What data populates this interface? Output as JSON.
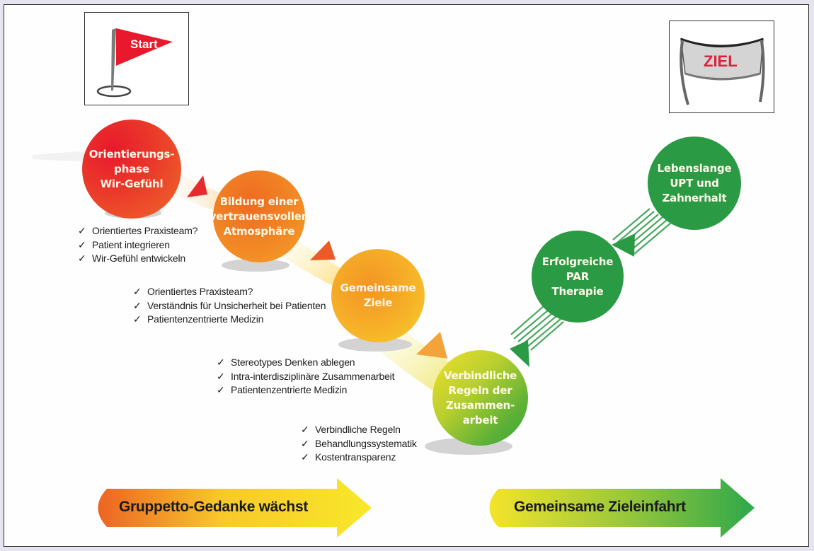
{
  "start_icon": {
    "label": "Start",
    "icon": "flag-icon",
    "flag_color": "#e8192c"
  },
  "goal_icon": {
    "label": "ZIEL",
    "icon": "finish-banner-icon",
    "label_color": "#e0203a"
  },
  "stages": [
    {
      "id": "orientation",
      "label": "Orientierungs-\nphase\nWir-Gefühl",
      "color_from": "#e8192c",
      "color_to": "#f06a2a"
    },
    {
      "id": "trust",
      "label": "Bildung einer\nvertrauensvollen\nAtmosphäre",
      "color_from": "#ee5a24",
      "color_to": "#f59a25"
    },
    {
      "id": "goals",
      "label": "Gemeinsame\nZiele",
      "color_from": "#f39224",
      "color_to": "#f7c92b"
    },
    {
      "id": "rules",
      "label": "Verbindliche\nRegeln der\nZusammen-\narbeit",
      "color_from": "#e6de2a",
      "color_to": "#3fa83b"
    },
    {
      "id": "par",
      "label": "Erfolgreiche\nPAR\nTherapie",
      "color_from": "#2a9a45",
      "color_to": "#2a9a45"
    },
    {
      "id": "lifelong",
      "label": "Lebenslange\nUPT und\nZahnerhalt",
      "color_from": "#2a9a45",
      "color_to": "#2a9a45"
    }
  ],
  "checklists": [
    {
      "stage": "orientation",
      "items": [
        "Orientiertes Praxisteam?",
        "Patient integrieren",
        "Wir-Gefühl entwickeln"
      ]
    },
    {
      "stage": "trust",
      "items": [
        "Orientiertes Praxisteam?",
        "Verständnis für Unsicherheit bei Patienten",
        "Patientenzentrierte Medizin"
      ]
    },
    {
      "stage": "goals",
      "items": [
        "Stereotypes Denken ablegen",
        "Intra-interdisziplinäre Zusammenarbeit",
        "Patientenzentrierte Medizin"
      ]
    },
    {
      "stage": "rules",
      "items": [
        "Verbindliche Regeln",
        "Behandlungssystematik",
        "Kostentransparenz"
      ]
    }
  ],
  "check_glyph": "✓",
  "banners": [
    {
      "label": "Gruppetto-Gedanke wächst",
      "color_from": "#ec6a24",
      "color_to": "#f7e52a"
    },
    {
      "label": "Gemeinsame Zieleinfahrt",
      "color_from": "#f2e32a",
      "color_to": "#2fa84a"
    }
  ],
  "colors": {
    "background": "#e6e5ef",
    "canvas": "#fefefe",
    "green": "#2a9a45",
    "red": "#e8192c"
  }
}
